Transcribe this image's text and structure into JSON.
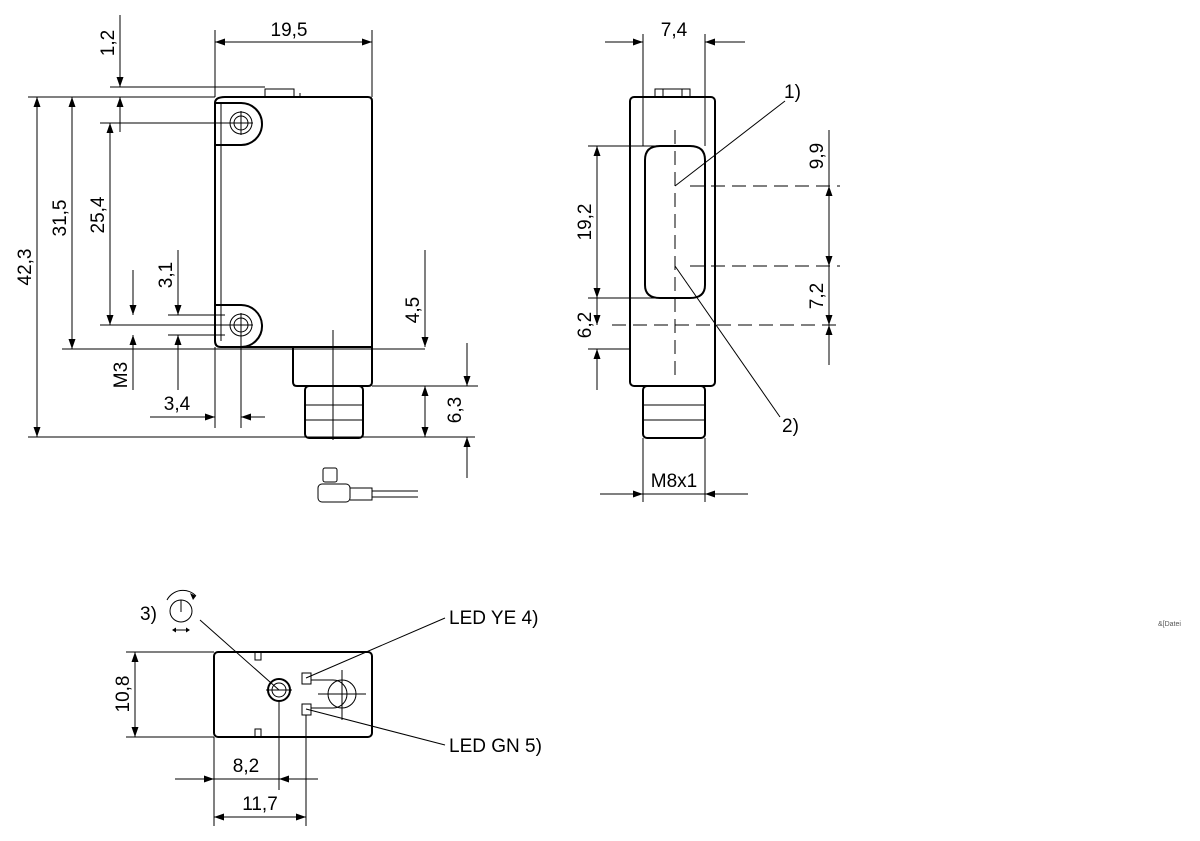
{
  "front_view": {
    "dim_width": "19,5",
    "dim_top_offset": "1,2",
    "dim_total_height": "42,3",
    "dim_body_height": "31,5",
    "dim_hole_spacing": "25,4",
    "dim_hole_to_bottom": "3,1",
    "dim_thread": "M3",
    "dim_hole_from_left": "3,4",
    "dim_connector_offset": "4,5",
    "dim_connector_height": "6,3"
  },
  "side_view": {
    "dim_width": "7,4",
    "dim_lens_height": "19,2",
    "dim_upper": "9,9",
    "dim_lower": "7,2",
    "dim_bottom_offset": "6,2",
    "dim_connector": "M8x1",
    "callout_1": "1)",
    "callout_2": "2)"
  },
  "top_view": {
    "callout_3": "3)",
    "dim_height": "10,8",
    "dim_pot_offset": "8,2",
    "dim_led_offset": "11,7",
    "led_yellow": "LED YE 4)",
    "led_green": "LED GN 5)"
  },
  "corner_note": "&[Datei"
}
